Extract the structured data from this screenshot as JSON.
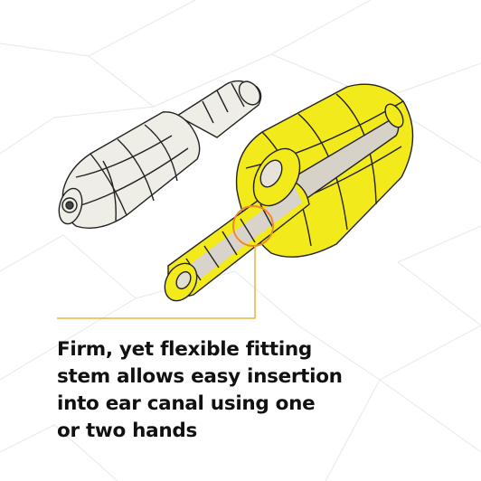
{
  "caption": {
    "lines": [
      "Firm, yet flexible fitting",
      "stem allows easy insertion",
      "into ear canal using one",
      "or two hands"
    ]
  },
  "colors": {
    "background": "#ffffff",
    "background_lines": "#e6e6e6",
    "earplug_white": "#efeee6",
    "earplug_yellow": "#f2ea1a",
    "highlight_circle": "#f08a2a",
    "callout_line": "#f0b23a",
    "text": "#111111"
  },
  "icons": {
    "left_earplug": "earplug-white-wireframe",
    "right_earplug": "earplug-yellow-cutaway"
  }
}
